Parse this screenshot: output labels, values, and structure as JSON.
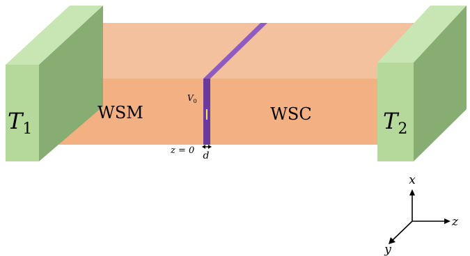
{
  "labels": {
    "left_material": "WSM",
    "right_material": "WSC",
    "barrier_label": "I",
    "barrier_potential_symbol": "V",
    "barrier_potential_subscript": "0",
    "interface_position": "z = 0",
    "barrier_width_symbol": "d",
    "left_reservoir_temp_symbol": "T",
    "left_reservoir_temp_subscript": "1",
    "right_reservoir_temp_symbol": "T",
    "right_reservoir_temp_subscript": "2"
  },
  "axes": {
    "x_label": "x",
    "y_label": "y",
    "z_label": "z"
  },
  "colors": {
    "slab_front": "#F3B183",
    "slab_top": "#F4C19E",
    "barrier_front": "#6A3A9E",
    "barrier_top": "#8E5CC0",
    "barrier_text": "#F2F24A",
    "reservoir_front": "#B4D99B",
    "reservoir_side": "#87AD72",
    "reservoir_top": "#C8E6B3",
    "axis": "#000000"
  }
}
